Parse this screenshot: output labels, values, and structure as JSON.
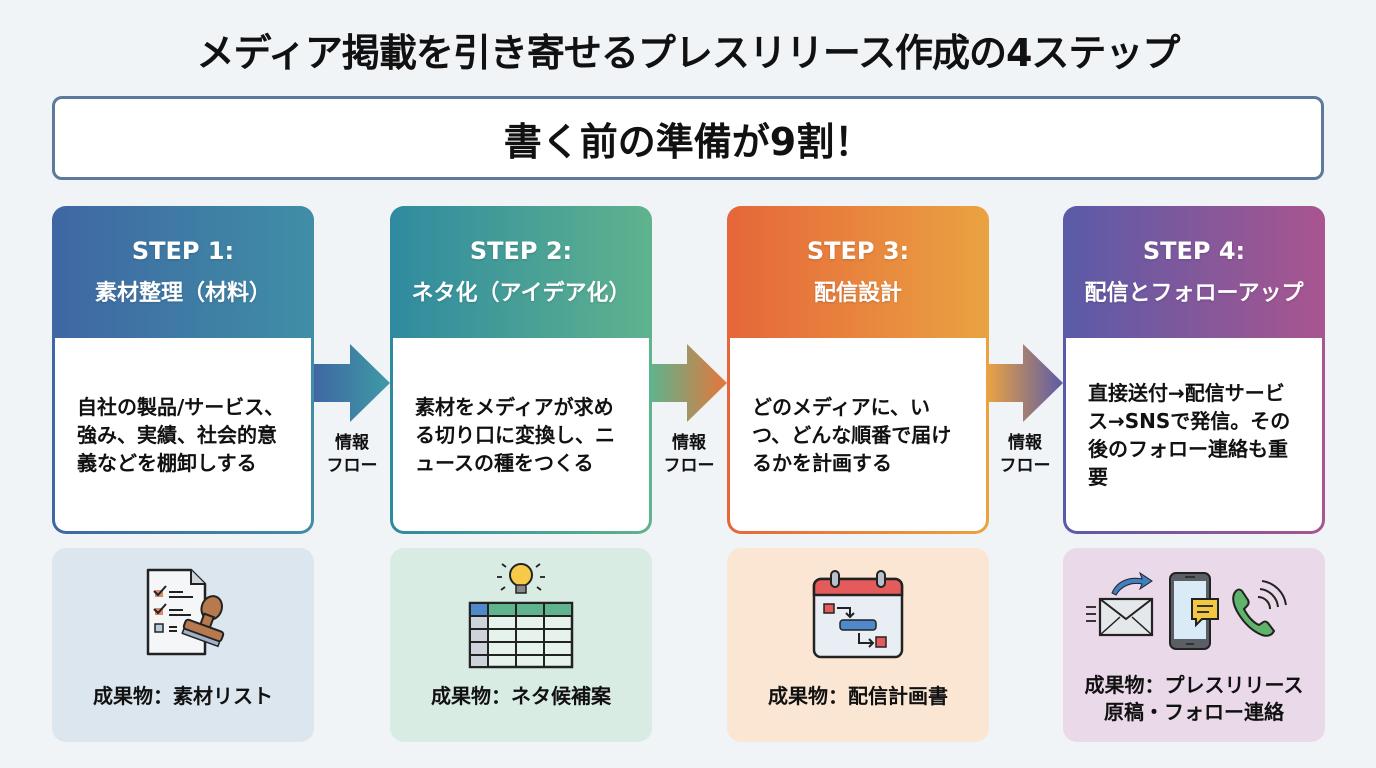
{
  "title": "メディア掲載を引き寄せるプレスリリース作成の4ステップ",
  "banner": "書く前の準備が9割！",
  "steps": [
    {
      "number": "STEP 1:",
      "name": "素材整理（材料）",
      "description": "自社の製品/サービス、強み、実績、社会的意義などを棚卸しする",
      "output": "成果物：素材リスト",
      "output_icon": "checklist-stamp-icon",
      "colors": [
        "#3f67a3",
        "#3f8ea6"
      ]
    },
    {
      "number": "STEP 2:",
      "name": "ネタ化（アイデア化）",
      "description": "素材をメディアが求める切り口に変換し、ニュースの種をつくる",
      "output": "成果物：ネタ候補案",
      "output_icon": "lightbulb-table-icon",
      "colors": [
        "#2f8aa0",
        "#5fb38d"
      ]
    },
    {
      "number": "STEP 3:",
      "name": "配信設計",
      "description": "どのメディアに、いつ、どんな順番で届けるかを計画する",
      "output": "成果物：配信計画書",
      "output_icon": "calendar-plan-icon",
      "colors": [
        "#e6663a",
        "#eaa341"
      ]
    },
    {
      "number": "STEP 4:",
      "name": "配信とフォローアップ",
      "description": "直接送付→配信サービス→SNSで発信。その後のフォロー連絡も重要",
      "output_lines": [
        "成果物：プレスリリース",
        "原稿・フォロー連絡"
      ],
      "output_icon": "mail-phone-call-icon",
      "colors": [
        "#5a5ba8",
        "#a9558f"
      ]
    }
  ],
  "flow_label": [
    "情報",
    "フロー"
  ],
  "arrows": [
    {
      "from": "#3f67a3",
      "to": "#3f9aa6"
    },
    {
      "from": "#5fb38d",
      "to": "#e6763a"
    },
    {
      "from": "#eaa341",
      "to": "#5a5ba8"
    }
  ]
}
